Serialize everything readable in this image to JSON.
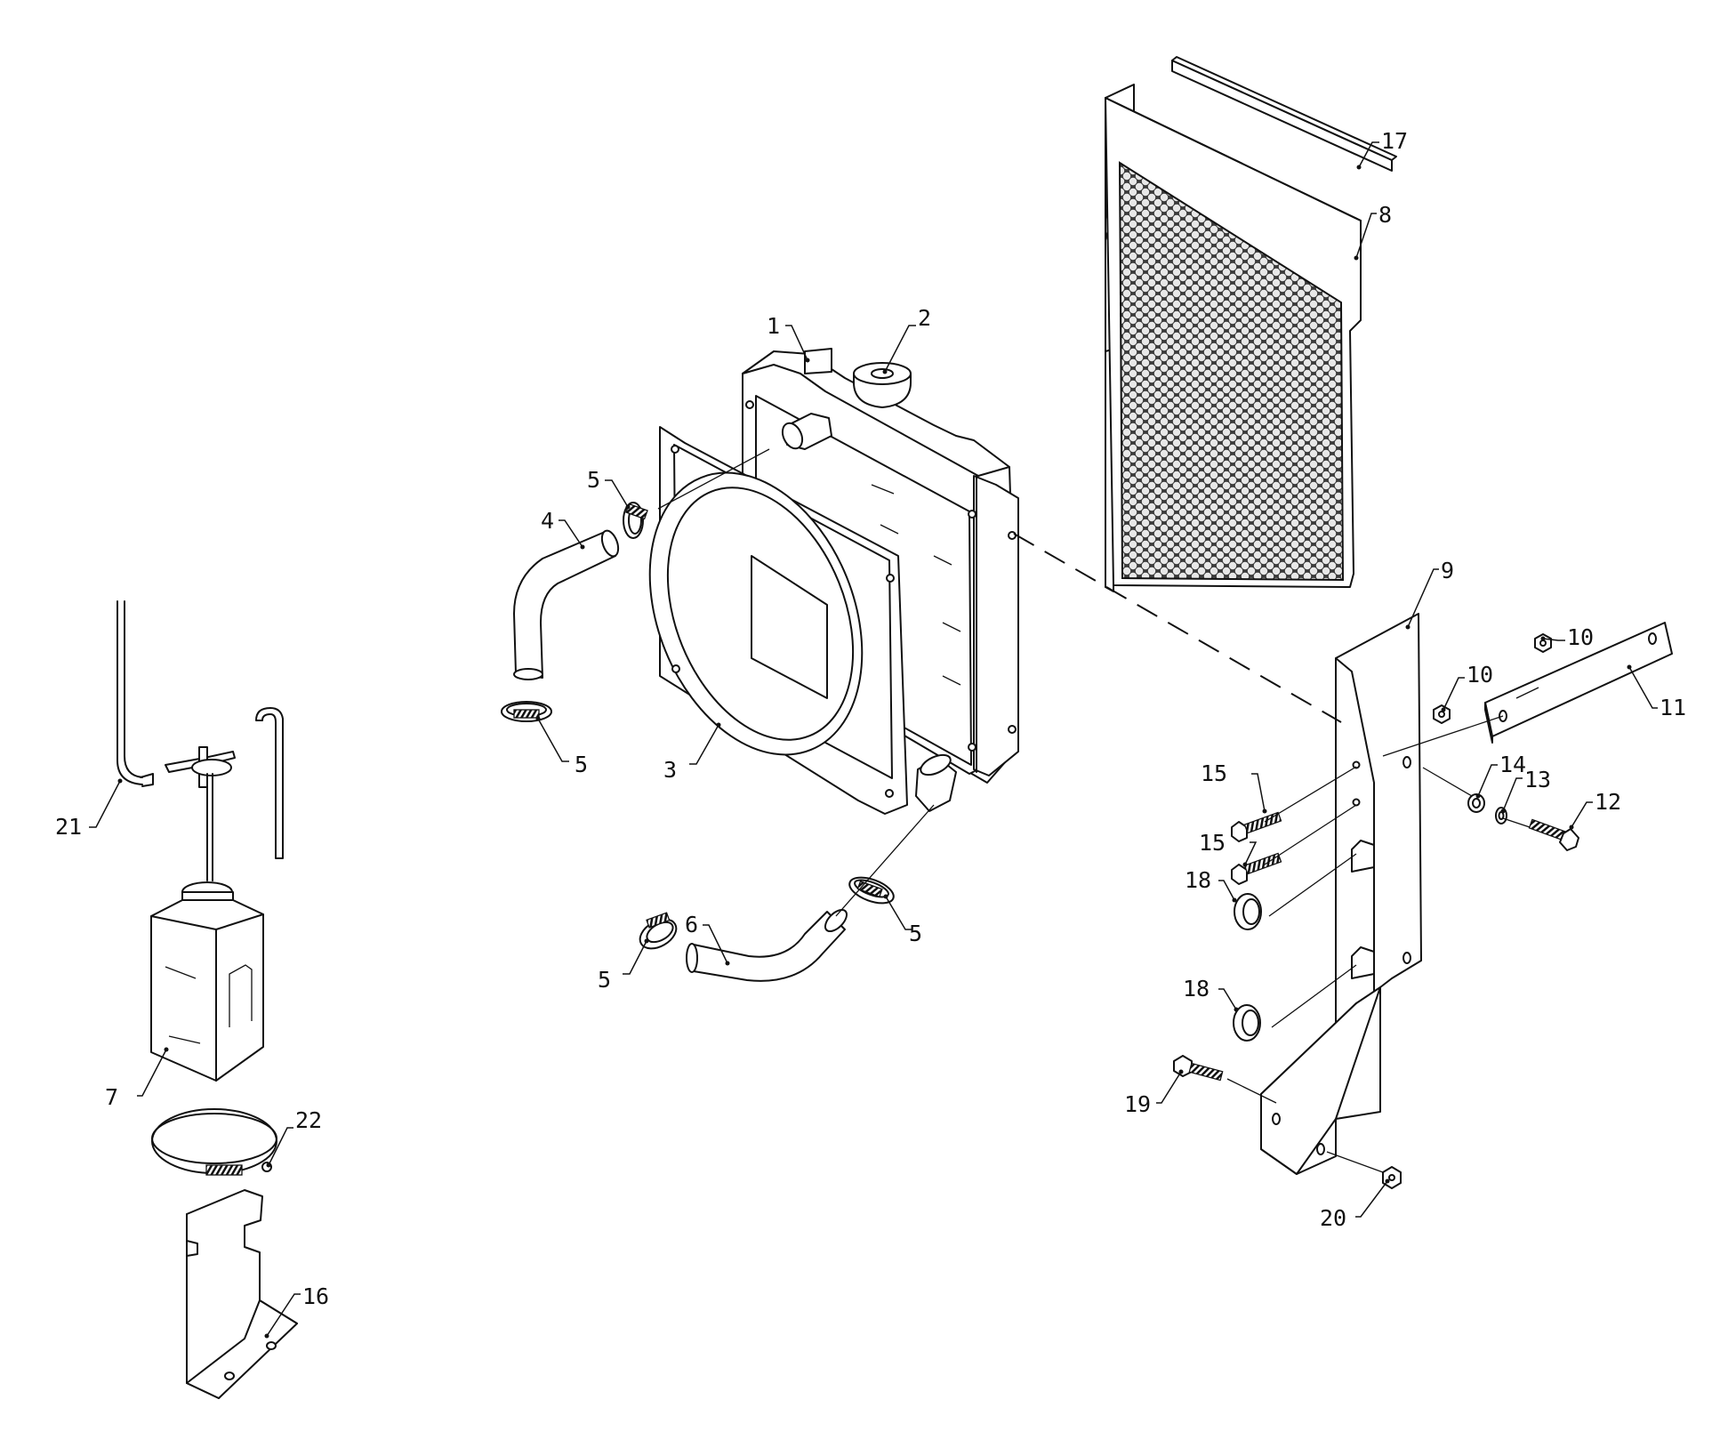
{
  "callouts": [
    {
      "id": "c1",
      "text": "1"
    },
    {
      "id": "c2",
      "text": "2"
    },
    {
      "id": "c3",
      "text": "3"
    },
    {
      "id": "c4",
      "text": "4"
    },
    {
      "id": "c5a",
      "text": "5"
    },
    {
      "id": "c5b",
      "text": "5"
    },
    {
      "id": "c5c",
      "text": "5"
    },
    {
      "id": "c5d",
      "text": "5"
    },
    {
      "id": "c6",
      "text": "6"
    },
    {
      "id": "c7",
      "text": "7"
    },
    {
      "id": "c8",
      "text": "8"
    },
    {
      "id": "c9",
      "text": "9"
    },
    {
      "id": "c10a",
      "text": "10"
    },
    {
      "id": "c10b",
      "text": "10"
    },
    {
      "id": "c11",
      "text": "11"
    },
    {
      "id": "c12",
      "text": "12"
    },
    {
      "id": "c13",
      "text": "13"
    },
    {
      "id": "c14",
      "text": "14"
    },
    {
      "id": "c15a",
      "text": "15"
    },
    {
      "id": "c15b",
      "text": "15"
    },
    {
      "id": "c16",
      "text": "16"
    },
    {
      "id": "c17",
      "text": "17"
    },
    {
      "id": "c18a",
      "text": "18"
    },
    {
      "id": "c18b",
      "text": "18"
    },
    {
      "id": "c19",
      "text": "19"
    },
    {
      "id": "c20",
      "text": "20"
    },
    {
      "id": "c21",
      "text": "21"
    },
    {
      "id": "c22",
      "text": "22"
    }
  ]
}
